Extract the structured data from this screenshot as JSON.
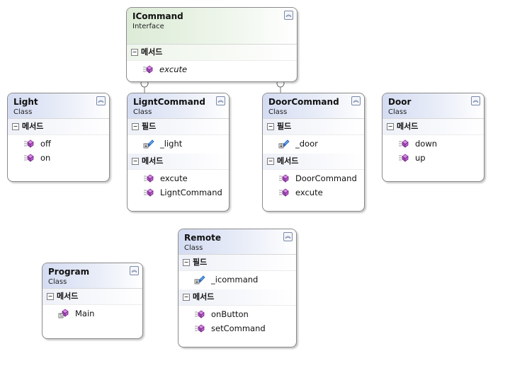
{
  "diagram": {
    "shapes": {
      "icommand": {
        "name": "ICommand",
        "kind": "Interface",
        "sections": [
          {
            "title": "메서드",
            "members": [
              {
                "label": "excute",
                "icon": "method-icon"
              }
            ]
          }
        ]
      },
      "light": {
        "name": "Light",
        "kind": "Class",
        "sections": [
          {
            "title": "메서드",
            "members": [
              {
                "label": "off",
                "icon": "method-icon"
              },
              {
                "label": "on",
                "icon": "method-icon"
              }
            ]
          }
        ]
      },
      "ligntcommand": {
        "name": "LigntCommand",
        "kind": "Class",
        "sections": [
          {
            "title": "필드",
            "members": [
              {
                "label": "_light",
                "icon": "private-field-icon"
              }
            ]
          },
          {
            "title": "메서드",
            "members": [
              {
                "label": "excute",
                "icon": "method-icon"
              },
              {
                "label": "LigntCommand",
                "icon": "method-icon"
              }
            ]
          }
        ]
      },
      "doorcommand": {
        "name": "DoorCommand",
        "kind": "Class",
        "sections": [
          {
            "title": "필드",
            "members": [
              {
                "label": "_door",
                "icon": "private-field-icon"
              }
            ]
          },
          {
            "title": "메서드",
            "members": [
              {
                "label": "DoorCommand",
                "icon": "method-icon"
              },
              {
                "label": "excute",
                "icon": "method-icon"
              }
            ]
          }
        ]
      },
      "door": {
        "name": "Door",
        "kind": "Class",
        "sections": [
          {
            "title": "메서드",
            "members": [
              {
                "label": "down",
                "icon": "method-icon"
              },
              {
                "label": "up",
                "icon": "method-icon"
              }
            ]
          }
        ]
      },
      "remote": {
        "name": "Remote",
        "kind": "Class",
        "sections": [
          {
            "title": "필드",
            "members": [
              {
                "label": "_icommand",
                "icon": "private-field-icon"
              }
            ]
          },
          {
            "title": "메서드",
            "members": [
              {
                "label": "onButton",
                "icon": "method-icon"
              },
              {
                "label": "setCommand",
                "icon": "method-icon"
              }
            ]
          }
        ]
      },
      "program": {
        "name": "Program",
        "kind": "Class",
        "sections": [
          {
            "title": "메서드",
            "members": [
              {
                "label": "Main",
                "icon": "static-method-icon"
              }
            ]
          }
        ]
      }
    },
    "relationships": [
      {
        "from": "ligntcommand",
        "to": "icommand",
        "type": "implements-lollipop"
      },
      {
        "from": "doorcommand",
        "to": "icommand",
        "type": "implements-lollipop"
      }
    ],
    "colors": {
      "class_header": "#d4dcf2",
      "interface_header": "#dcebd6",
      "method_icon": "#b04fc4",
      "field_icon": "#2f6fd0",
      "border": "#8a8a8a"
    }
  }
}
